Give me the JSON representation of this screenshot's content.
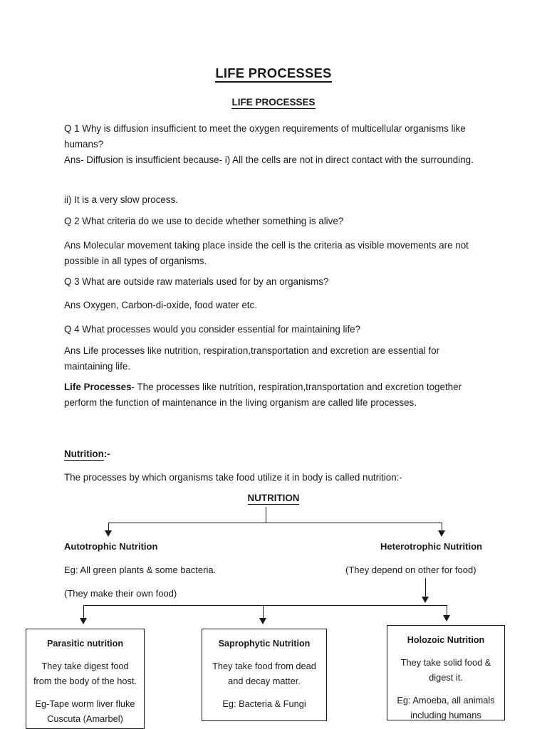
{
  "document": {
    "title_main": "LIFE PROCESSES",
    "title_sub": "LIFE PROCESSES"
  },
  "qa": [
    {
      "text": "Q 1  Why is diffusion insufficient to meet the oxygen requirements of multicellular organisms like humans?"
    },
    {
      "text": "Ans- Diffusion is insufficient because- i) All the cells are not in direct contact with the surrounding."
    },
    {
      "text": "ii) It is a very slow process."
    },
    {
      "text": "Q 2 What criteria do we use to decide whether something is alive?"
    },
    {
      "text": "Ans Molecular movement taking place inside the cell is the criteria as visible movements are not possible in all types of organisms."
    },
    {
      "text": "Q 3 What are outside raw materials used for by an organisms?"
    },
    {
      "text": "Ans Oxygen, Carbon-di-oxide, food water etc."
    },
    {
      "text": "Q 4 What processes would you consider essential for maintaining life?"
    },
    {
      "text": "Ans Life processes like nutrition, respiration,transportation and excretion are essential for maintaining life."
    }
  ],
  "definition": {
    "term": "Life Processes",
    "body": "- The processes like nutrition, respiration,transportation and excretion together perform the function of maintenance in the living organism are called life processes."
  },
  "nutrition_section": {
    "heading": "Nutrition",
    "heading_tail": ":-",
    "intro": "The processes by which organisms take food utilize it in body is called nutrition:-"
  },
  "flowchart": {
    "root_label": "NUTRITION",
    "branch_left": {
      "label": "Autotrophic Nutrition",
      "note1": "Eg: All green plants & some bacteria.",
      "note2": "(They make their own food)"
    },
    "branch_right": {
      "label": "Heterotrophic Nutrition",
      "note1": "(They depend on other for food)"
    },
    "boxes": [
      {
        "title": "Parasitic nutrition",
        "lines_a": [
          "They take digest food",
          "from the body of the host."
        ],
        "lines_b": [
          "Eg-Tape worm liver fluke",
          "Cuscuta (Amarbel)"
        ]
      },
      {
        "title": "Saprophytic Nutrition",
        "lines_a": [
          "They take food from dead",
          "and decay matter."
        ],
        "lines_b": [
          "Eg: Bacteria & Fungi"
        ]
      },
      {
        "title": "Holozoic Nutrition",
        "lines_a": [
          "They take solid food &",
          "digest it."
        ],
        "lines_b": [
          "Eg: Amoeba, all animals",
          "including humans"
        ]
      }
    ]
  },
  "colors": {
    "page_background": "#ffffff",
    "text": "#1a1a1a",
    "line": "#1a1a1a"
  }
}
